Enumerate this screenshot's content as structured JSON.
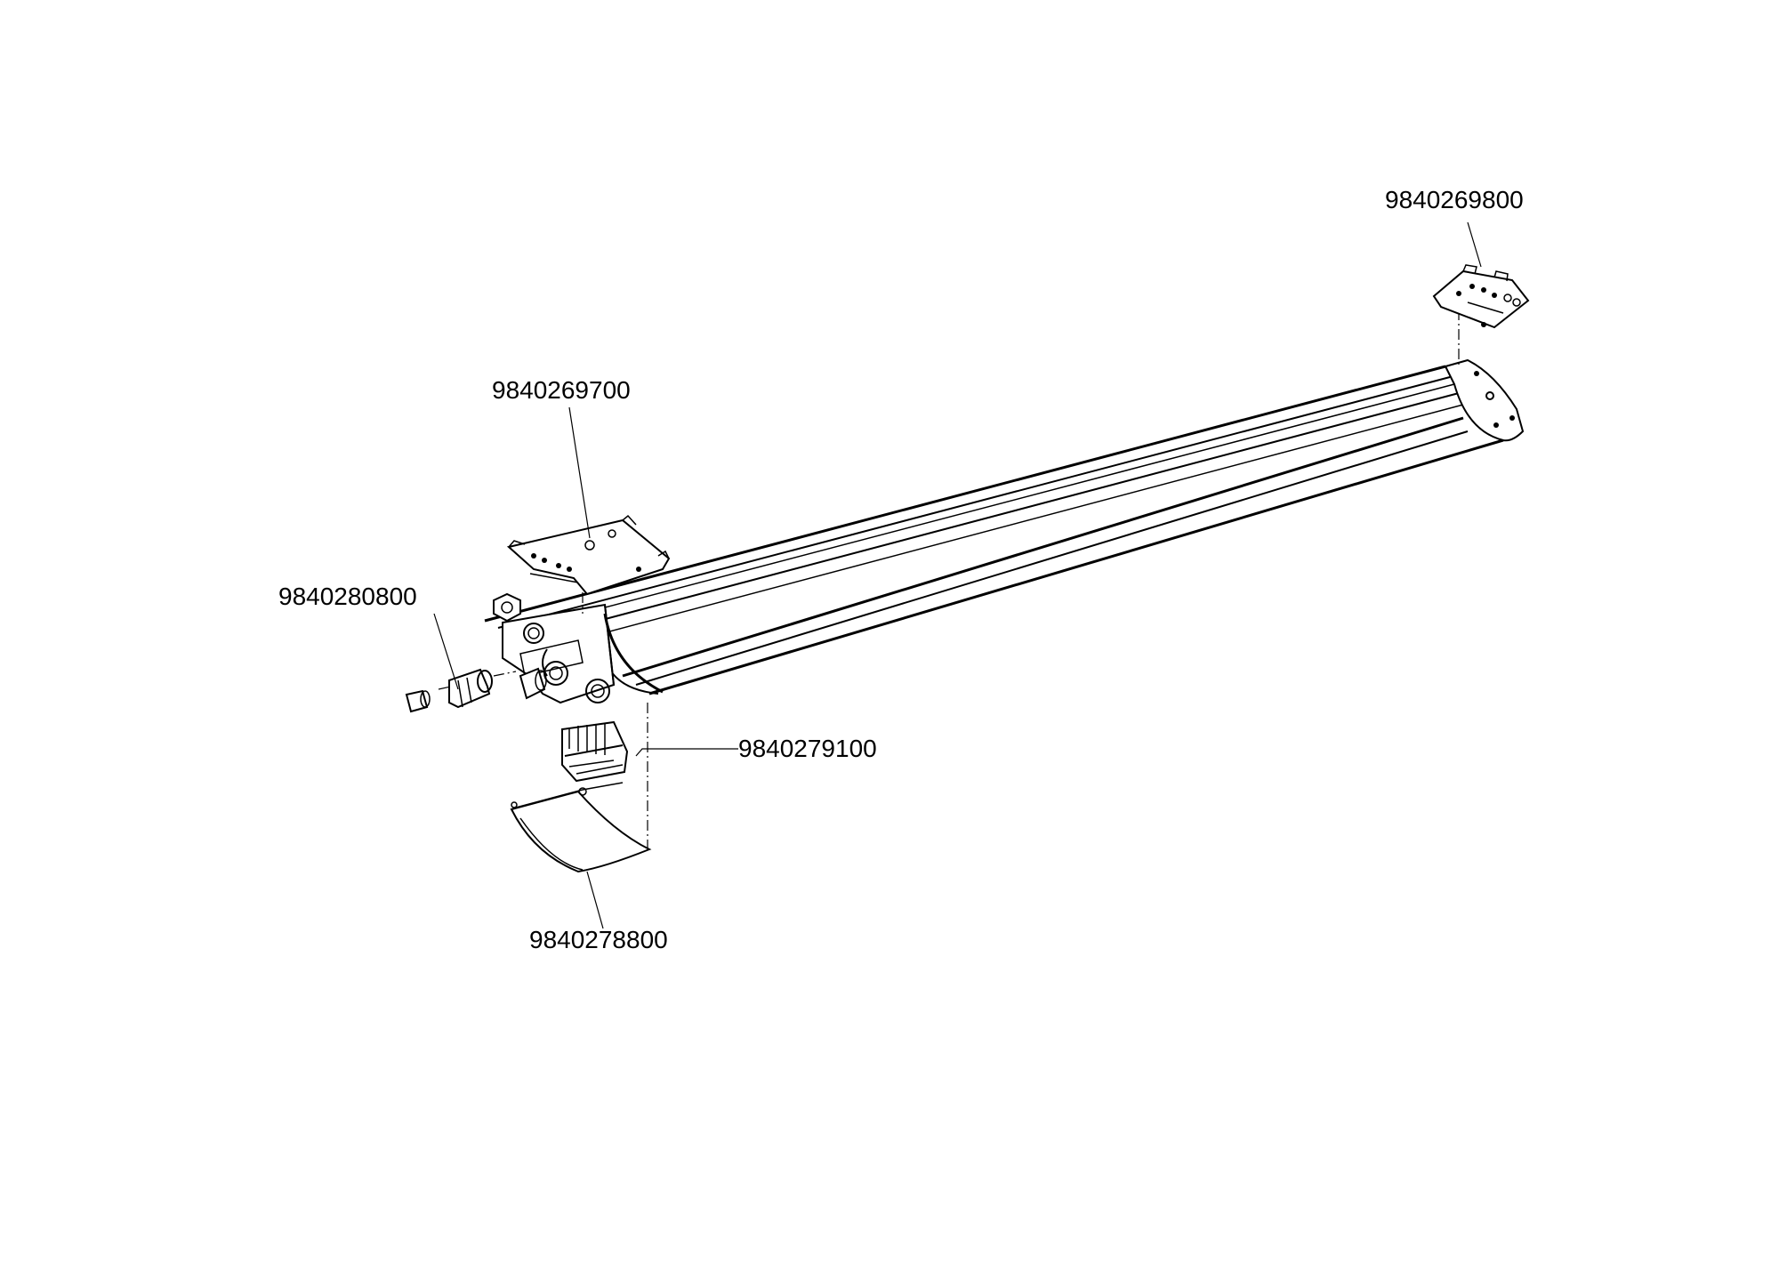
{
  "parts": {
    "mounting_bracket_right": {
      "number": "9840269800"
    },
    "mounting_bracket_left": {
      "number": "9840269700"
    },
    "cable_gland": {
      "number": "9840280800"
    },
    "terminal_block": {
      "number": "9840279100"
    },
    "end_cap": {
      "number": "9840278800"
    }
  },
  "colors": {
    "line": "#000000",
    "background": "#ffffff"
  }
}
